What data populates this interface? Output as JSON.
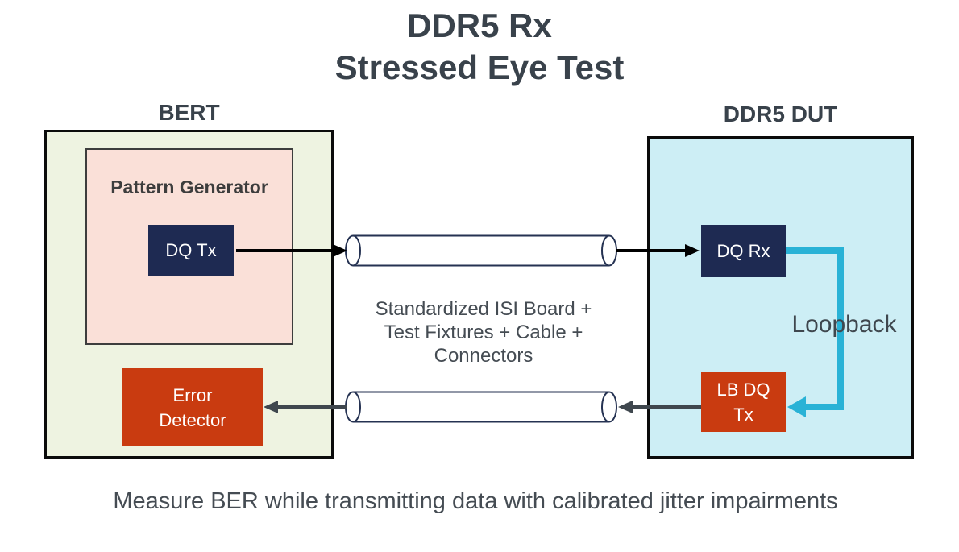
{
  "title": {
    "line1": "DDR5 Rx",
    "line2": "Stressed Eye Test"
  },
  "bert": {
    "label": "BERT",
    "pattern_generator": {
      "label": "Pattern Generator",
      "dq_tx_label": "DQ Tx"
    },
    "error_detector": {
      "line1": "Error",
      "line2": "Detector"
    }
  },
  "channel": {
    "line1": "Standardized ISI Board +",
    "line2": "Test Fixtures + Cable +",
    "line3": "Connectors"
  },
  "dut": {
    "label": "DDR5 DUT",
    "dq_rx_label": "DQ Rx",
    "lb_dq_tx": {
      "line1": "LB DQ",
      "line2": "Tx"
    },
    "loopback_label": "Loopback"
  },
  "caption": "Measure BER while transmitting data with calibrated jitter impairments",
  "colors": {
    "navy": "#1e2a52",
    "red": "#c93b10",
    "cyan": "#29b2d6",
    "bert_fill": "#eef3e1",
    "dut_fill": "#cdeef5",
    "pink_fill": "#fae0d8",
    "ink": "#39424b",
    "text_gray": "#454c53",
    "arrow_gray": "#3f474e",
    "arrow_black": "#000000",
    "cylinder_stroke": "#253252"
  }
}
